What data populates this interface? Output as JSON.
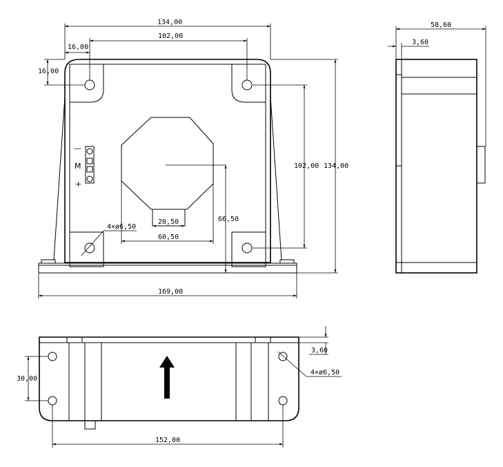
{
  "front_view": {
    "dims": {
      "overall_width_top": "134,00",
      "hole_spacing_top": "102,00",
      "edge_to_hole_x": "16,00",
      "edge_to_hole_y": "16,00",
      "hole_spacing_vertical": "102,00",
      "overall_height": "134,00",
      "aperture_height": "66,50",
      "aperture_bottom_width": "20,50",
      "aperture_width": "60,50",
      "base_width": "169,00",
      "hole_callout": "4×ø6,50"
    },
    "connector_labels": {
      "minus": "—",
      "m": "M",
      "plus": "+"
    }
  },
  "side_view": {
    "dims": {
      "depth": "58,60",
      "offset": "3,60"
    }
  },
  "bottom_view": {
    "dims": {
      "hole_spacing_vertical": "30,00",
      "offset": "3,60",
      "hole_callout": "4×ø6,50",
      "hole_spacing_horizontal": "152,00"
    }
  }
}
